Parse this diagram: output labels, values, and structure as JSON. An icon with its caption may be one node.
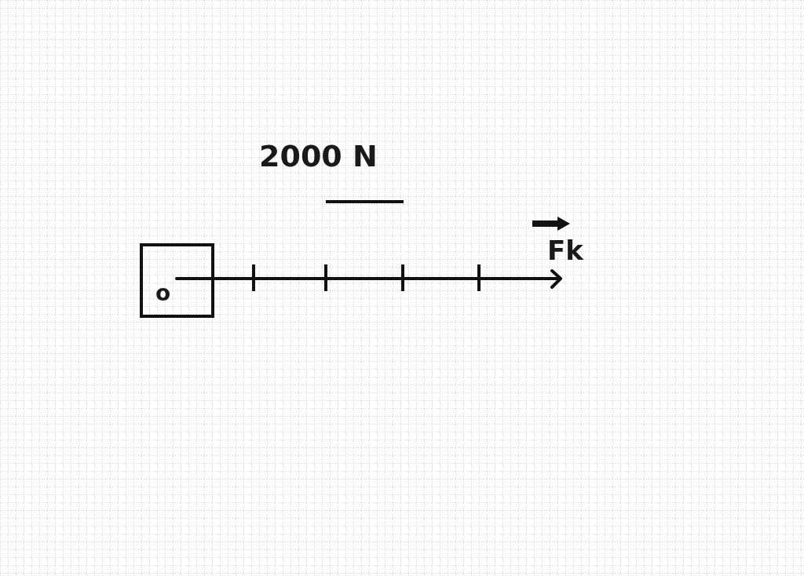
{
  "diagram": {
    "nodes": [
      {
        "text": [
          "o"
        ]
      }
    ],
    "labels": [
      "2000 N",
      "Fk"
    ]
  }
}
